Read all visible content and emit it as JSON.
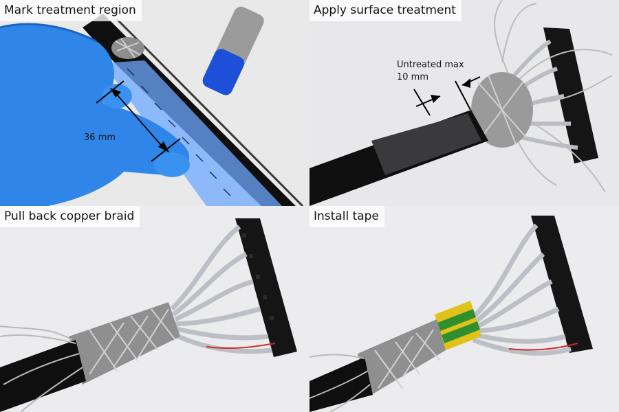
{
  "panels": [
    {
      "caption": "Mark treatment region",
      "dimension_label": "36 mm"
    },
    {
      "caption": "Apply surface treatment",
      "dimension_label_line1": "Untreated max",
      "dimension_label_line2": "10 mm"
    },
    {
      "caption": "Pull back copper braid"
    },
    {
      "caption": "Install tape"
    }
  ],
  "colors": {
    "background": "#ededed",
    "cable_jacket": "#0f0f0f",
    "wires": "#b9bdc3",
    "connector": "#151515",
    "braid": "#9a9a9a",
    "glove": "#2f86e8",
    "ruler": "#6ea8ff",
    "marker_cap": "#1d4fd8",
    "tape_yellow": "#e0c21a",
    "tape_green": "#2f8f2f"
  }
}
